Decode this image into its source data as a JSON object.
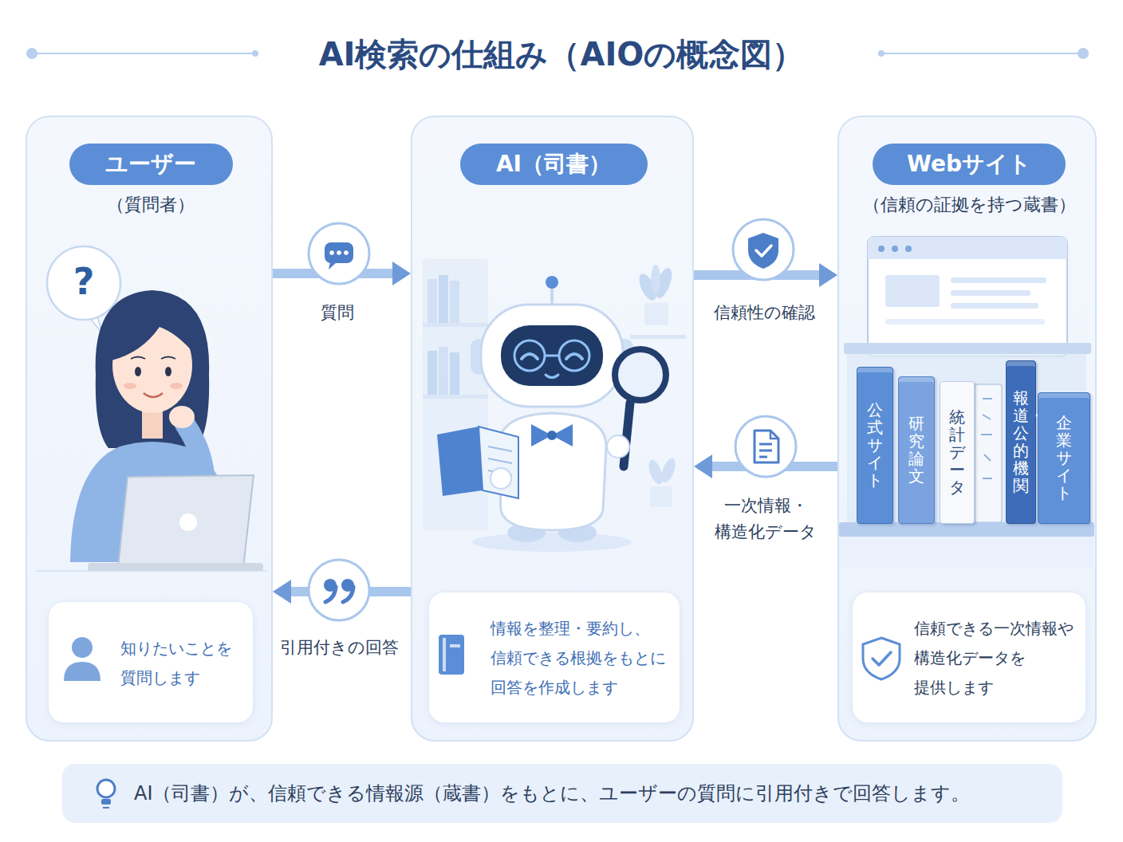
{
  "diagram": {
    "title": "AI検索の仕組み（AIOの概念図）",
    "caption": "AI（司書）が、信頼できる情報源（蔵書）をもとに、ユーザーの質問に引用付きで回答します。",
    "nodes": [
      {
        "text": [
          "ユーザー",
          "（質問者）"
        ]
      },
      {
        "text": [
          "知りたいことを 質問します"
        ],
        "in": 0
      },
      {
        "text": [
          "AI（司書）"
        ]
      },
      {
        "text": [
          "情報を整理・要約し、 信頼できる根拠をもとに 回答を作成します"
        ],
        "in": 2
      },
      {
        "text": [
          "Webサイト",
          "（信頼の証拠を持つ蔵書）"
        ]
      },
      {
        "text": [
          "信頼できる一次情報や 構造化データを 提供します"
        ],
        "in": 4
      },
      {
        "text": [
          "公式サイト"
        ],
        "in": 4
      },
      {
        "text": [
          "研究論文"
        ],
        "in": 4
      },
      {
        "text": [
          "統計データ"
        ],
        "in": 4
      },
      {
        "text": [
          "報道・公的機関"
        ],
        "in": 4
      },
      {
        "text": [
          "企業サイト"
        ],
        "in": 4
      }
    ],
    "edges": [
      {
        "from": 0,
        "to": 2,
        "arrow": "to",
        "label": "質問"
      },
      {
        "from": 2,
        "to": 4,
        "arrow": "to",
        "label": "信頼性の確認"
      },
      {
        "from": 4,
        "to": 2,
        "arrow": "to",
        "label": "一次情報・ 構造化データ"
      },
      {
        "from": 2,
        "to": 0,
        "arrow": "to",
        "label": "引用付きの回答"
      }
    ],
    "labels": [
      "?"
    ]
  }
}
